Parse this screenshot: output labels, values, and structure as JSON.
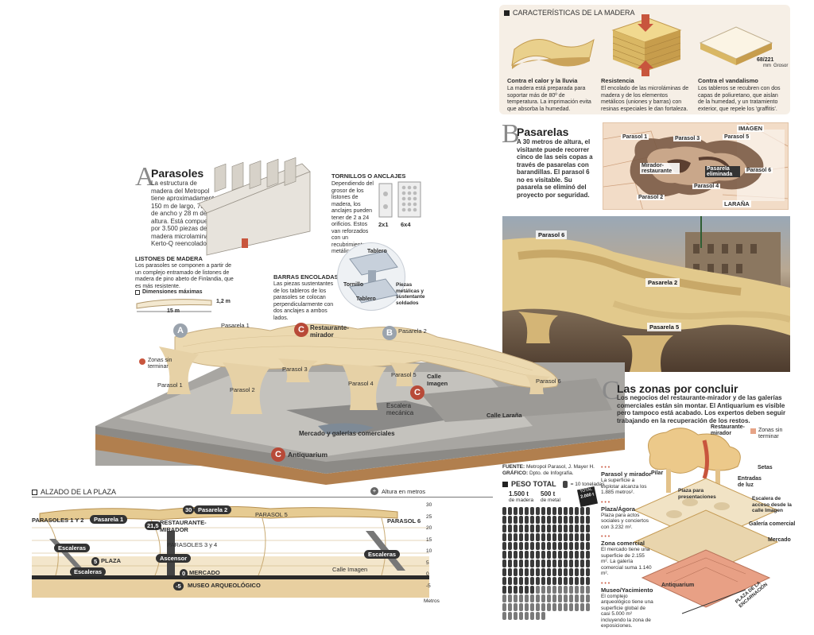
{
  "madera": {
    "title": "CARACTERÍSTICAS DE LA MADERA",
    "calor_title": "Contra el calor y la lluvia",
    "calor_text": "La madera está preparada para soportar más de 80º de temperatura. La imprimación evita que absorba la humedad.",
    "resistencia_title": "Resistencia",
    "resistencia_text": "El encolado de las microláminas de madera y de los elementos metálicos (uniones y barras) con resinas especiales le dan fortaleza.",
    "vandalismo_title": "Contra el vandalismo",
    "vandalismo_text": "Los tableros se recubren con dos capas de poliuretano, que aislan de la humedad, y un tratamiento exterior, que repele los 'graffitis'.",
    "grosor_value": "68/221",
    "grosor_unit": "mm",
    "grosor_label": "Grosor"
  },
  "parasoles": {
    "letter": "A",
    "title": "Parasoles",
    "text": "La estructura de madera del Metropol tiene aproximadamente 150 m de largo, 75 m de ancho y 28 m de altura. Está compuesta por 3.500 piezas de madera microlaminada Kerto-Q reencolado.",
    "tornillos_title": "TORNILLOS O ANCLAJES",
    "tornillos_text": "Dependiendo del grosor de los listones de madera, los anclajes pueden tener de 2 a 24 orificios. Estos van reforzados con un recubrimiento metálico.",
    "size_a": "2x1",
    "size_b": "6x4",
    "listones_title": "LISTONES DE MADERA",
    "listones_text": "Los parasoles se componen a partir de un complejo entramado de listones de madera de pino abeto de Finlandia, que es más resistente.",
    "dimensiones_label": "Dimensiones máximas",
    "dim_height": "1,2 m",
    "dim_length": "15 m",
    "barras_title": "BARRAS ENCOLADAS",
    "barras_text": "Las piezas sustentantes de los tableros de los parasoles se colocan perpendicularmente con dos anclajes a ambos lados.",
    "tablero_top": "Tablero",
    "tornillo": "Tornillo",
    "tablero_bottom": "Tablero",
    "piezas_label": "Piezas metálicas y sustentante soldados"
  },
  "pasarelas": {
    "letter": "B",
    "title": "Pasarelas",
    "text": "A 30 metros de altura, el visitante puede recorrer cinco de las seis copas a través de pasarelas con barandillas. El parasol 6 no es visitable. Su pasarela se eliminó del proyecto por seguridad.",
    "map": {
      "imagen": "IMAGEN",
      "parasol1": "Parasol 1",
      "parasol3": "Parasol 3",
      "parasol5": "Parasol 5",
      "mirador": "Mirador-restaurante",
      "pasarela_elim": "Pasarela eliminada",
      "parasol6": "Parasol 6",
      "parasol4": "Parasol 4",
      "parasol2": "Parasol 2",
      "larana": "LARAÑA"
    }
  },
  "photo": {
    "parasol6": "Parasol 6",
    "pasarela2": "Pasarela 2",
    "pasarela5": "Pasarela 5"
  },
  "main3d": {
    "badge_a": "A",
    "pasarela1": "Pasarela 1",
    "badge_c1": "C",
    "restaurante": "Restaurante-mirador",
    "badge_b": "B",
    "pasarela2": "Pasarela 2",
    "zonas_sin": "Zonas sin terminar",
    "parasol1": "Parasol 1",
    "parasol2": "Parasol 2",
    "parasol3": "Parasol 3",
    "parasol4": "Parasol 4",
    "parasol5": "Parasol 5",
    "parasol6": "Parasol 6",
    "calle_imagen": "Calle Imagen",
    "badge_c2": "C",
    "escalera": "Escalera mecánica",
    "calle_larana": "Calle Laraña",
    "mercado": "Mercado y galerías comerciales",
    "badge_c3": "C",
    "antiquarium": "Antiquarium"
  },
  "zonas": {
    "letter": "C",
    "title": "Las zonas por concluir",
    "text": "Los negocios del restaurante-mirador y de las galerías comerciales están sin montar. El Antiquarium es visible pero tampoco está acabado. Los expertos deben seguir trabajando en la recuperación de los restos.",
    "legend": "Zonas sin terminar",
    "restaurante": "Restaurante-mirador",
    "pilar": "Pilar",
    "setas": "Setas",
    "entradas": "Entradas de luz",
    "plaza_pres": "Plaza para presentaciones",
    "escalera": "Escalera de acceso desde la calle Imagen",
    "galeria": "Galería comercial",
    "mercado": "Mercado",
    "antiquarium": "Antiquarium",
    "plaza_enc": "PLAZA DE LA ENCARNACIÓN"
  },
  "sources": {
    "fuente_label": "FUENTE:",
    "fuente": "Metropol Parasol, J. Mayer H.",
    "grafico_label": "GRÁFICO:",
    "grafico": "Dpto. de Infografía."
  },
  "peso": {
    "title": "PESO TOTAL",
    "unit_note": "= 10 toneladas",
    "madera_value": "1.500 t",
    "madera_label": "de madera",
    "metal_value": "500 t",
    "metal_label": "de metal",
    "total": "2.000 t",
    "total_label": "TOTAL",
    "icons_wood": 150,
    "icons_metal": 50
  },
  "niveles": {
    "parasol_title": "Parasol y mirador",
    "parasol_text": "La superficie a explotar alcanza los 1.885 metros².",
    "plaza_title": "Plaza/Ágora",
    "plaza_text": "Plaza para actos sociales y conciertos con 3.232 m².",
    "comercial_title": "Zona comercial",
    "comercial_text": "El mercado tiene una superficie de 2.155 m². La galería comercial suma 1.140 m².",
    "museo_title": "Museo/Yacimiento",
    "museo_text": "El complejo arqueológico tiene una superficie global de casi 5.000 m² incluyendo la zona de exposiciones."
  },
  "alzado": {
    "title": "ALZADO DE LA PLAZA",
    "altura_label": "Altura en metros",
    "metros": "Metros",
    "yticks": [
      "30",
      "25",
      "20",
      "15",
      "10",
      "5",
      "0",
      "-5"
    ],
    "parasoles12": "PARASOLES 1 Y 2",
    "pasarela1": "Pasarela 1",
    "n30": "30",
    "pasarela2": "Pasarela 2",
    "parasol5": "PARASOL 5",
    "parasol6": "PARASOL 6",
    "n215": "21,5",
    "restaurante": "RESTAURANTE-MIRADOR",
    "parasoles34": "PARASOLES 3 y 4",
    "escaleras_l": "Escaleras",
    "escaleras_r": "Escaleras",
    "escaleras_b": "Escaleras",
    "n5": "5",
    "plaza": "PLAZA",
    "ascensor": "Ascensor",
    "n0": "0",
    "mercado": "MERCADO",
    "calle_imagen": "Calle Imagen",
    "nm5": "-5",
    "museo": "MUSEO ARQUEOLÓGICO"
  },
  "colors": {
    "wood": "#e8cf8f",
    "wood_dark": "#c9a55a",
    "accent_red": "#b84a38",
    "panel_bg": "#f6efe6"
  }
}
